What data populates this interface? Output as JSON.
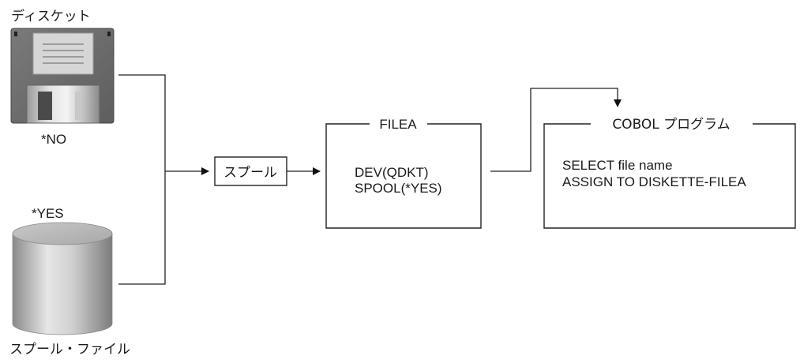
{
  "diskette": {
    "label": "ディスケット",
    "option": "*NO"
  },
  "spool_file": {
    "label": "スプール・ファイル",
    "option": "*YES"
  },
  "spool": {
    "label": "スプール"
  },
  "filea": {
    "title": "FILEA",
    "lines": [
      "DEV(QDKT)",
      "SPOOL(*YES)"
    ]
  },
  "cobol": {
    "title": "COBOL プログラム",
    "lines": [
      "SELECT file name",
      "ASSIGN TO DISKETTE-FILEA"
    ]
  }
}
